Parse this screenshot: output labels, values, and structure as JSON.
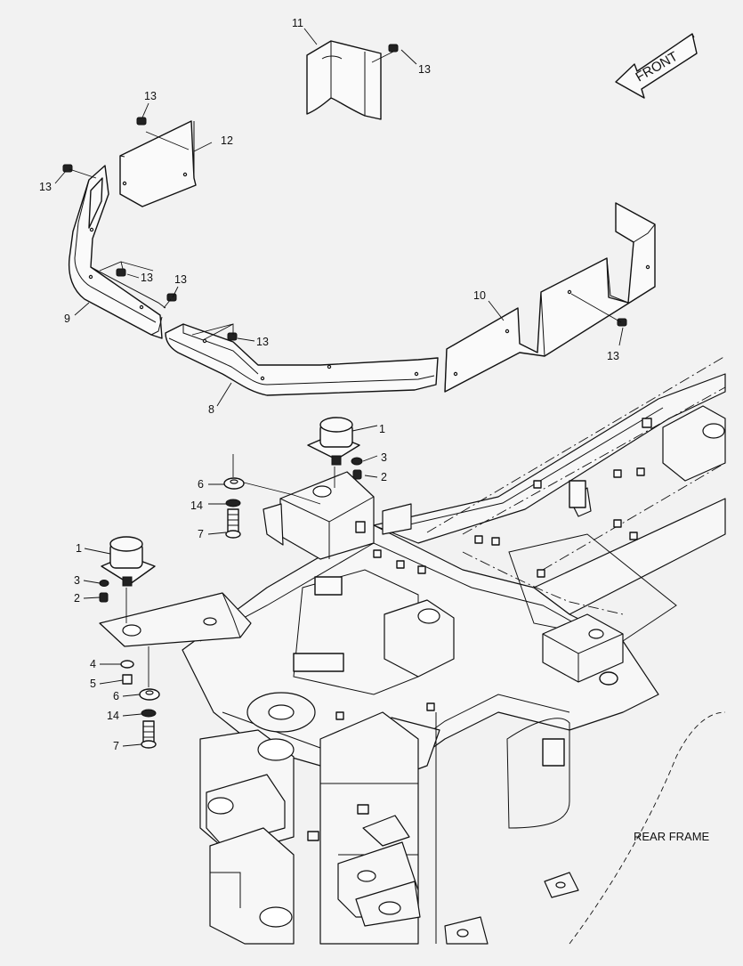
{
  "callouts": {
    "c1a": "1",
    "c1b": "1",
    "c2a": "2",
    "c2b": "2",
    "c3a": "3",
    "c3b": "3",
    "c4": "4",
    "c5": "5",
    "c6a": "6",
    "c6b": "6",
    "c7a": "7",
    "c7b": "7",
    "c8": "8",
    "c9": "9",
    "c10": "10",
    "c11": "11",
    "c12": "12",
    "c13a": "13",
    "c13b": "13",
    "c13c": "13",
    "c13d": "13",
    "c13e": "13",
    "c13f": "13",
    "c13g": "13",
    "c14a": "14",
    "c14b": "14"
  },
  "front_arrow_label": "FRONT",
  "frame_label": "REAR FRAME"
}
